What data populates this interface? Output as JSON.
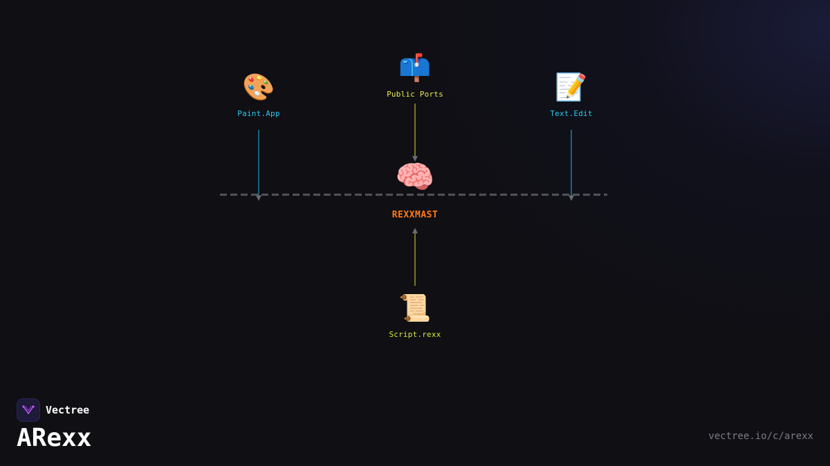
{
  "diagram": {
    "nodes": {
      "paint": {
        "icon": "palette-icon",
        "glyph": "🎨",
        "label": "Paint.App"
      },
      "ports": {
        "icon": "mailbox-icon",
        "glyph": "📫",
        "label": "Public Ports"
      },
      "text": {
        "icon": "memo-icon",
        "glyph": "📝",
        "label": "Text.Edit"
      },
      "hub": {
        "icon": "brain-icon",
        "glyph": "🧠",
        "label": "REXXMAST"
      },
      "script": {
        "icon": "scroll-icon",
        "glyph": "📜",
        "label": "Script.rexx"
      }
    },
    "colors": {
      "app_label": "#2fc8ee",
      "ports_label": "#ecec4a",
      "hub_label": "#ff7a1a",
      "script_label": "#d8e83a",
      "app_edge": "#1e7fa0",
      "ports_edge": "#9a9a2a",
      "divider": "#55555c"
    }
  },
  "brand": {
    "logo_icon": "vectree-logo-icon",
    "name": "Vectree",
    "product": "ARexx",
    "url": "vectree.io/c/arexx"
  }
}
